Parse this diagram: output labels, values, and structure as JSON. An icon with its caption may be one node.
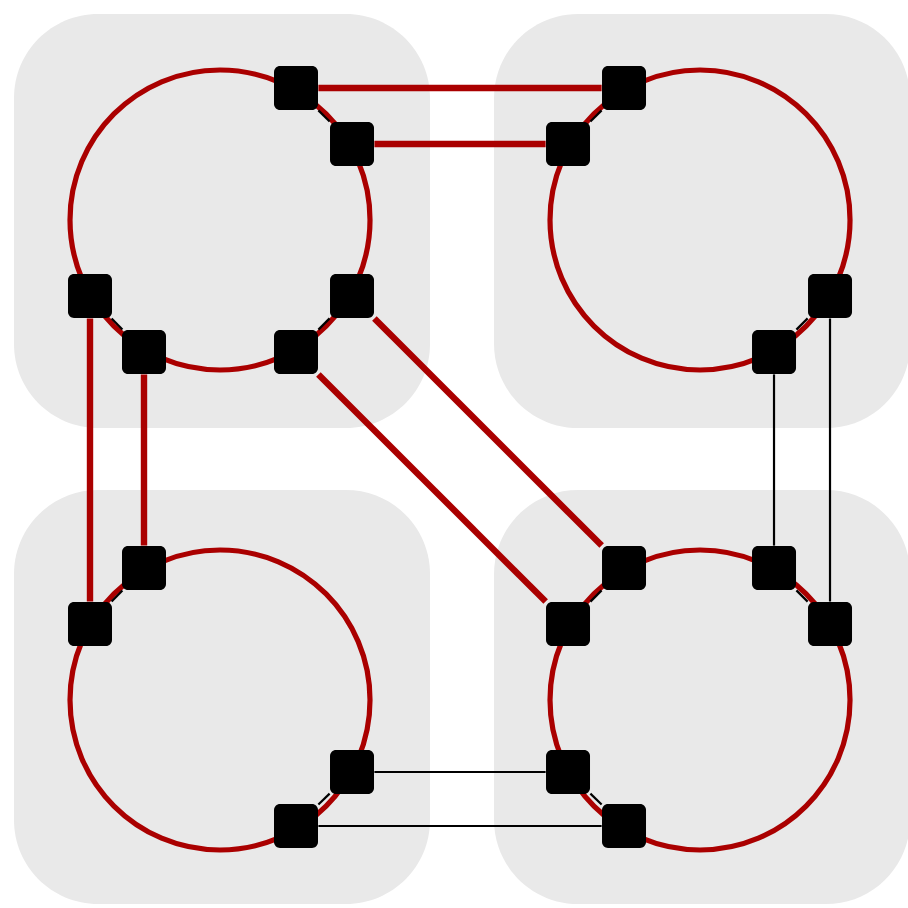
{
  "diagram": {
    "nodes": [
      {
        "text": [],
        "shape": "box"
      },
      {
        "text": [],
        "shape": "box"
      },
      {
        "text": [],
        "shape": "box"
      },
      {
        "text": [],
        "shape": "box"
      },
      {
        "text": [],
        "shape": "box"
      },
      {
        "text": [],
        "shape": "box"
      },
      {
        "text": [],
        "shape": "box"
      },
      {
        "text": [],
        "shape": "box"
      },
      {
        "text": [],
        "shape": "box"
      },
      {
        "text": [],
        "shape": "box"
      },
      {
        "text": [],
        "shape": "box"
      },
      {
        "text": [],
        "shape": "box"
      },
      {
        "text": [],
        "shape": "box"
      },
      {
        "text": [],
        "shape": "box"
      },
      {
        "text": [],
        "shape": "box"
      },
      {
        "text": [],
        "shape": "box"
      },
      {
        "text": [],
        "shape": "box"
      },
      {
        "text": [],
        "shape": "box"
      },
      {
        "text": [],
        "shape": "box"
      },
      {
        "text": [],
        "shape": "box"
      }
    ],
    "edges": [
      {
        "from": 0,
        "to": 2,
        "arrow": "none"
      },
      {
        "from": 1,
        "to": 3,
        "arrow": "none"
      },
      {
        "from": 4,
        "to": 7,
        "arrow": "none"
      },
      {
        "from": 5,
        "to": 8,
        "arrow": "none"
      },
      {
        "from": 6,
        "to": 9,
        "arrow": "none"
      },
      {
        "from": 10,
        "to": 13,
        "arrow": "none"
      },
      {
        "from": 11,
        "to": 14,
        "arrow": "none"
      },
      {
        "from": 12,
        "to": 15,
        "arrow": "none"
      },
      {
        "from": 16,
        "to": 18,
        "arrow": "none"
      },
      {
        "from": 17,
        "to": 19,
        "arrow": "none"
      },
      {
        "from": 0,
        "to": 1,
        "arrow": "none",
        "style": "thick",
        "color": "#aa0000"
      },
      {
        "from": 2,
        "to": 3,
        "arrow": "none",
        "style": "thick",
        "color": "#aa0000"
      },
      {
        "from": 4,
        "to": 13,
        "arrow": "none",
        "style": "thick",
        "color": "#aa0000"
      },
      {
        "from": 7,
        "to": 10,
        "arrow": "none",
        "style": "thick",
        "color": "#aa0000"
      },
      {
        "from": 5,
        "to": 11,
        "arrow": "none",
        "style": "thick",
        "color": "#aa0000"
      },
      {
        "from": 8,
        "to": 14,
        "arrow": "none",
        "style": "thick",
        "color": "#aa0000"
      },
      {
        "from": 9,
        "to": 12,
        "arrow": "none"
      },
      {
        "from": 6,
        "to": 15,
        "arrow": "none"
      },
      {
        "from": 16,
        "to": 17,
        "arrow": "none"
      },
      {
        "from": 18,
        "to": 19,
        "arrow": "none"
      }
    ]
  }
}
